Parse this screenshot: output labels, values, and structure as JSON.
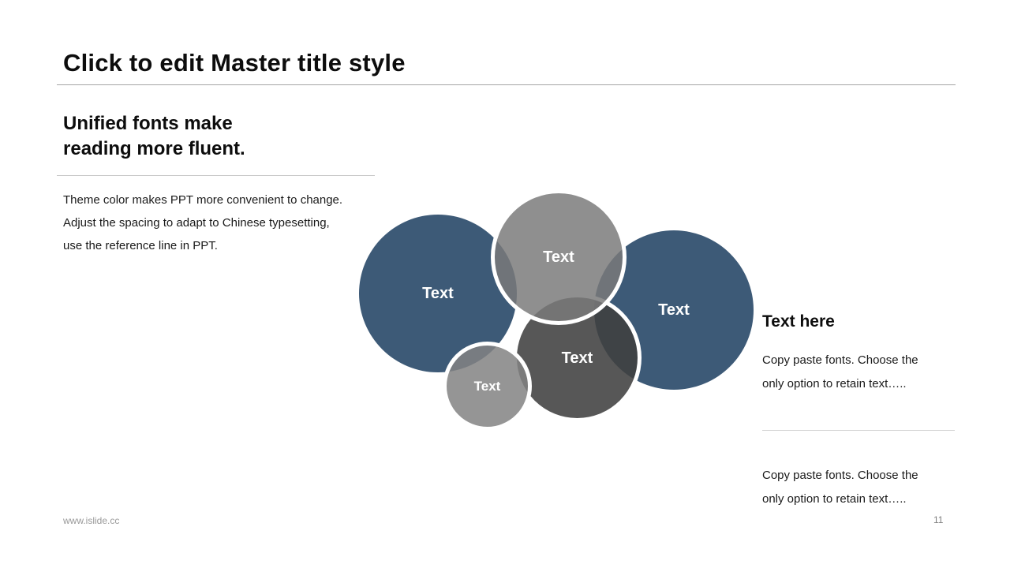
{
  "slide": {
    "title": "Click to edit Master title style",
    "footer_url": "www.islide.cc",
    "page_number": "11"
  },
  "left_panel": {
    "heading_lines": [
      "Unified fonts make",
      "reading more fluent."
    ],
    "body_lines": [
      "Theme color makes PPT more convenient to change.",
      "Adjust the spacing to adapt to Chinese typesetting,",
      "use the reference line in PPT."
    ]
  },
  "diagram": {
    "bubbles": [
      {
        "id": "left-blue",
        "label": "Text",
        "fill": "#3d5a77"
      },
      {
        "id": "right-blue",
        "label": "Text",
        "fill": "#3d5a77"
      },
      {
        "id": "center-dark",
        "label": "Text",
        "fill": "rgba(64,64,64,0.88)"
      },
      {
        "id": "top-gray",
        "label": "Text",
        "fill": "rgba(122,122,122,0.84)"
      },
      {
        "id": "small-gray",
        "label": "Text",
        "fill": "rgba(130,130,130,0.85)"
      }
    ],
    "ring_color": "#ffffff",
    "label_color": "#ffffff"
  },
  "right_panel": {
    "heading": "Text here",
    "body1_lines": [
      "Copy paste fonts. Choose the",
      "only option to retain text….."
    ],
    "body2_lines": [
      "Copy paste fonts. Choose the",
      "only option to retain text….."
    ]
  },
  "colors": {
    "accent_blue": "#3d5a77",
    "title_rule": "#a6a6a6",
    "light_rule": "#c9c9c9",
    "text": "#0d0d0d",
    "muted": "#999999"
  }
}
